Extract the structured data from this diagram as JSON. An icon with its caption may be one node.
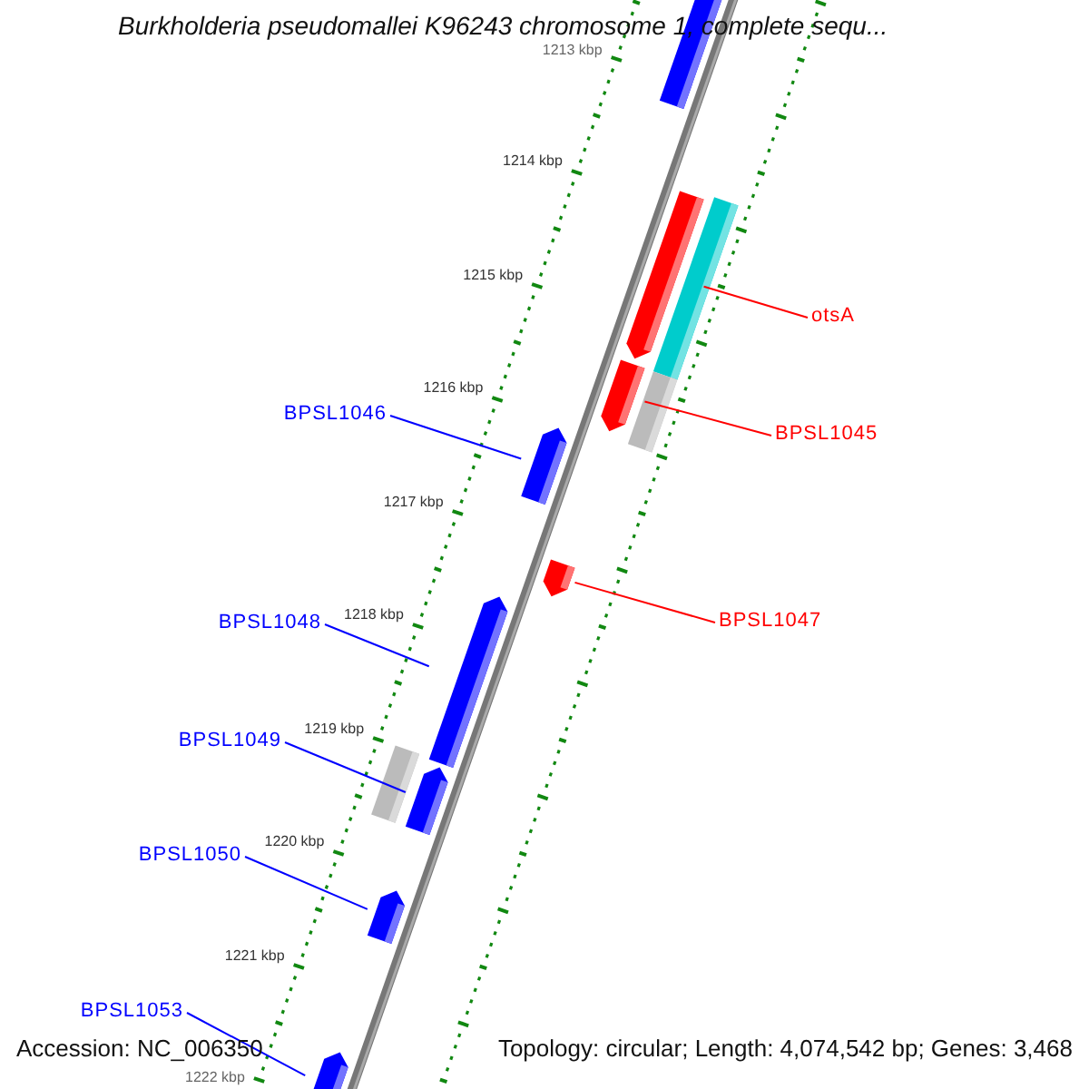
{
  "diagram": {
    "title": "Burkholderia pseudomallei K96243 chromosome 1, complete sequ...",
    "nodes": [
      {
        "text": [
          "otsA"
        ]
      },
      {
        "text": [
          "BPSL1046"
        ]
      },
      {
        "text": [
          "BPSL1045"
        ]
      },
      {
        "text": [
          "BPSL1047"
        ]
      },
      {
        "text": [
          "BPSL1048"
        ]
      },
      {
        "text": [
          "BPSL1049"
        ]
      },
      {
        "text": [
          "BPSL1050"
        ]
      },
      {
        "text": [
          "BPSL1053"
        ]
      },
      {
        "text": [],
        "shape": "bar"
      },
      {
        "text": [],
        "shape": "bar"
      },
      {
        "text": [],
        "shape": "bar"
      },
      {
        "text": [],
        "shape": "bar"
      },
      {
        "text": [],
        "shape": "bar"
      },
      {
        "text": [],
        "shape": "bar"
      },
      {
        "text": [],
        "shape": "bar"
      },
      {
        "text": [],
        "shape": "bar"
      },
      {
        "text": [],
        "shape": "bar"
      },
      {
        "text": [],
        "shape": "box"
      },
      {
        "text": [],
        "shape": "box"
      },
      {
        "text": [],
        "shape": "box"
      }
    ],
    "edges": [
      {
        "from": 0,
        "to": 8,
        "arrow": "none",
        "color": "#ff0000"
      },
      {
        "from": 1,
        "to": 10,
        "arrow": "none"
      },
      {
        "from": 2,
        "to": 9,
        "arrow": "none",
        "color": "#ff0000"
      },
      {
        "from": 3,
        "to": 11,
        "arrow": "none",
        "color": "#ff0000"
      },
      {
        "from": 4,
        "to": 12,
        "arrow": "none"
      },
      {
        "from": 5,
        "to": 13,
        "arrow": "none"
      },
      {
        "from": 6,
        "to": 14,
        "arrow": "none"
      },
      {
        "from": 7,
        "to": 15,
        "arrow": "none"
      }
    ],
    "labels": [
      "1213 kbp",
      "1214 kbp",
      "1215 kbp",
      "1216 kbp",
      "1217 kbp",
      "1218 kbp",
      "1219 kbp",
      "1220 kbp",
      "1221 kbp",
      "1222 kbp",
      "Accession: NC_006350",
      "Topology: circular; Length: 4,074,542 bp; Genes: 3,468"
    ]
  }
}
